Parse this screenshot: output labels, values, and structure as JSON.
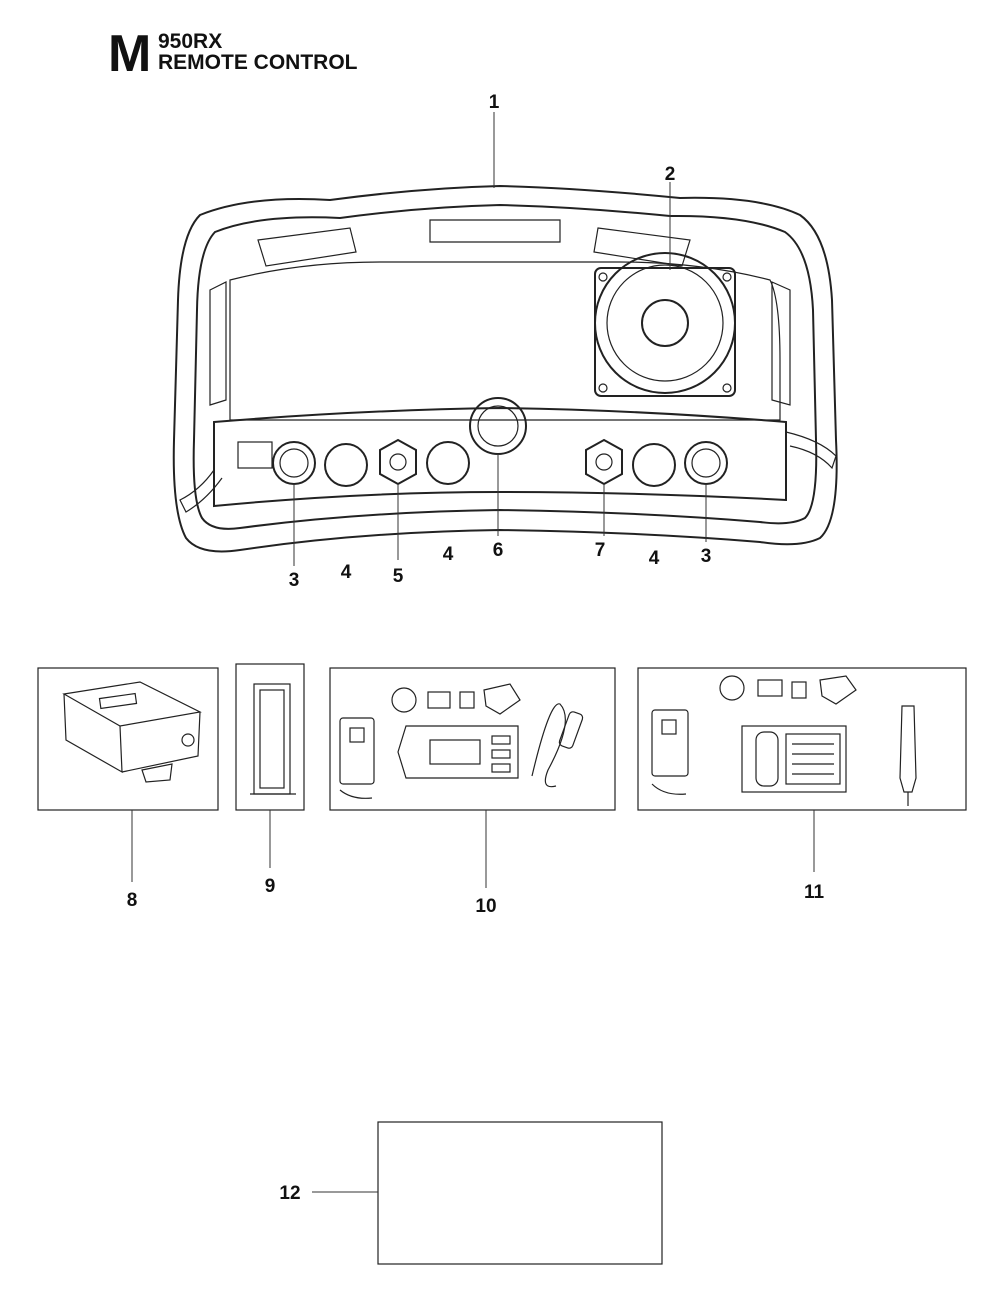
{
  "header": {
    "section_letter": "M",
    "model": "950RX",
    "title": "REMOTE CONTROL"
  },
  "callouts": {
    "c1": "1",
    "c2": "2",
    "c3a": "3",
    "c4a": "4",
    "c5": "5",
    "c4b": "4",
    "c6": "6",
    "c7": "7",
    "c4c": "4",
    "c3b": "3",
    "c8": "8",
    "c9": "9",
    "c10": "10",
    "c11": "11",
    "c12": "12"
  },
  "colors": {
    "line": "#222222",
    "background": "#ffffff"
  }
}
